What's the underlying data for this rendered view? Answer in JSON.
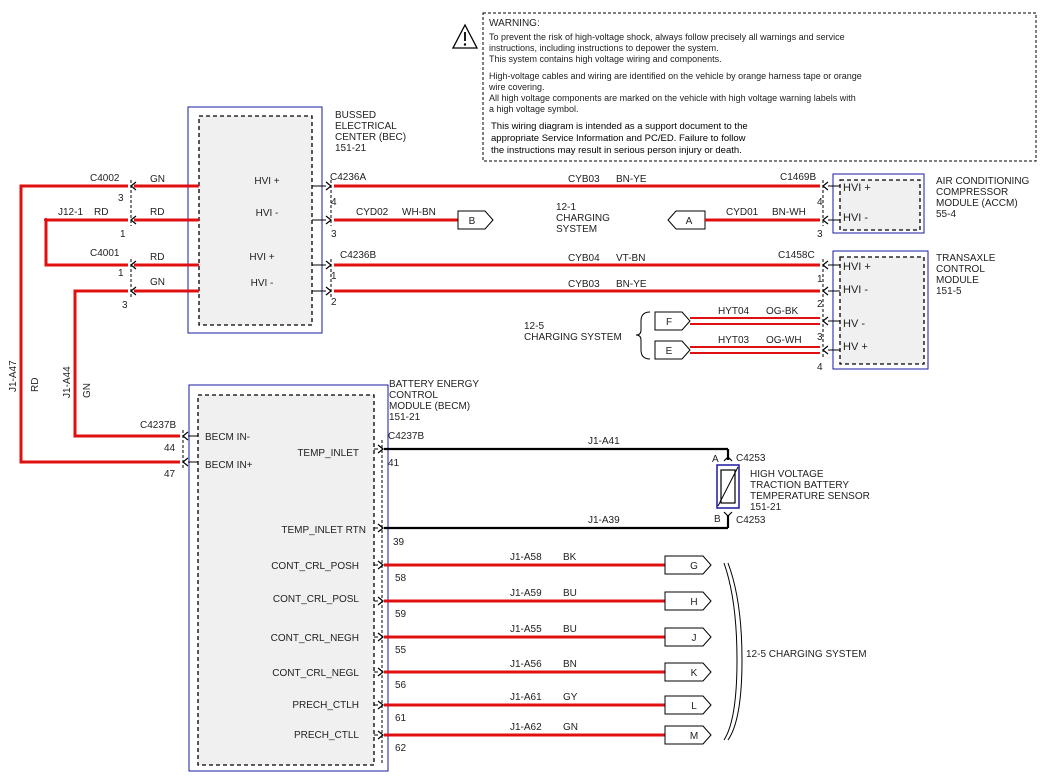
{
  "warning": {
    "title": "WARNING:",
    "lines": [
      "To prevent the risk of high-voltage shock, always follow precisely all warnings and service",
      "instructions, including instructions to depower the system.",
      "This system contains high voltage wiring and components.",
      "High-voltage cables and wiring are identified on the vehicle by orange harness tape or orange",
      "wire covering.",
      "All high voltage components are marked on the vehicle with high voltage warning labels with",
      "a high voltage symbol."
    ],
    "bold_lines": [
      "This wiring diagram is intended as a support document to the",
      "appropriate Service Information and PC/ED.  Failure to follow",
      "the instructions may result in serious person injury or death."
    ]
  },
  "bec": {
    "name": [
      "BUSSED",
      "ELECTRICAL",
      "CENTER (BEC)",
      "151-21"
    ],
    "pins": [
      "HVI +",
      "HVI -",
      "HVI +",
      "HVI -"
    ]
  },
  "accm": {
    "name": [
      "AIR CONDITIONING",
      "COMPRESSOR",
      "MODULE (ACCM)",
      "55-4"
    ],
    "pins": [
      "HVI +",
      "HVI -"
    ]
  },
  "tcm": {
    "name": [
      "TRANSAXLE",
      "CONTROL",
      "MODULE",
      "151-5"
    ],
    "pins": [
      "HVI +",
      "HVI -",
      "HV -",
      "HV +"
    ]
  },
  "becm": {
    "name": [
      "BATTERY ENERGY",
      "CONTROL",
      "MODULE (BECM)",
      "151-21"
    ],
    "left_pins": [
      "BECM IN-",
      "BECM IN+"
    ],
    "right_pins": [
      "TEMP_INLET",
      "TEMP_INLET RTN",
      "CONT_CRL_POSH",
      "CONT_CRL_POSL",
      "CONT_CRL_NEGH",
      "CONT_CRL_NEGL",
      "PRECH_CTLH",
      "PRECH_CTLL"
    ],
    "right_pin_nums": [
      "41",
      "39",
      "58",
      "59",
      "55",
      "56",
      "61",
      "62"
    ]
  },
  "sensor": {
    "name": [
      "HIGH VOLTAGE",
      "TRACTION BATTERY",
      "TEMPERATURE SENSOR",
      "151-21"
    ],
    "pin_a": "A",
    "pin_b": "B",
    "connector": "C4253"
  },
  "connectors": {
    "c4002": "C4002",
    "c4001": "C4001",
    "j12_1": "J12-1",
    "c4236a": "C4236A",
    "c4236b": "C4236B",
    "c1469b": "C1469B",
    "c1458c": "C1458C",
    "c4237b_left": "C4237B",
    "c4237b_right": "C4237B"
  },
  "pin_numbers": {
    "c4002": [
      "3",
      "1"
    ],
    "c4001": [
      "1",
      "3"
    ],
    "c4236a": [
      "4",
      "3"
    ],
    "c4236b": [
      "1",
      "2"
    ],
    "c1469b": [
      "4",
      "3"
    ],
    "c1458c": [
      "1",
      "2",
      "3",
      "4"
    ],
    "c4237b": [
      "44",
      "47"
    ]
  },
  "wires": {
    "gn": "GN",
    "rd": "RD",
    "cyb03": "CYB03",
    "bn_ye": "BN-YE",
    "cyd02": "CYD02",
    "wh_bn": "WH-BN",
    "cyd01": "CYD01",
    "bn_wh": "BN-WH",
    "cyb04": "CYB04",
    "vt_bn": "VT-BN",
    "hyt04": "HYT04",
    "og_bk": "OG-BK",
    "hyt03": "HYT03",
    "og_wh": "OG-WH",
    "j1_a47": "J1-A47",
    "j1_a44": "J1-A44",
    "j1_a41": "J1-A41",
    "j1_a39": "J1-A39"
  },
  "becm_out_wires": [
    {
      "circuit": "J1-A58",
      "color": "BK",
      "flag": "G"
    },
    {
      "circuit": "J1-A59",
      "color": "BU",
      "flag": "H"
    },
    {
      "circuit": "J1-A55",
      "color": "BU",
      "flag": "J"
    },
    {
      "circuit": "J1-A56",
      "color": "BN",
      "flag": "K"
    },
    {
      "circuit": "J1-A61",
      "color": "GY",
      "flag": "L"
    },
    {
      "circuit": "J1-A62",
      "color": "GN",
      "flag": "M"
    }
  ],
  "refs": {
    "charging_12_1": [
      "12-1",
      "CHARGING",
      "SYSTEM"
    ],
    "charging_12_5_a": [
      "12-5",
      "CHARGING SYSTEM"
    ],
    "charging_12_5_b": "12-5     CHARGING SYSTEM",
    "flag_b": "B",
    "flag_a": "A",
    "flag_f": "F",
    "flag_e": "E"
  },
  "colors": {
    "hv_wire": "#e01010",
    "module_border": "#1a1aa0"
  }
}
